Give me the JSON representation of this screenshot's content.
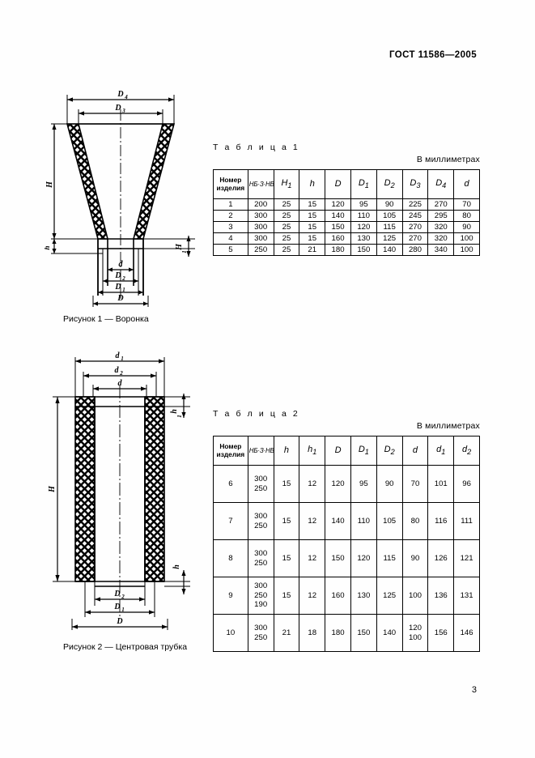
{
  "header": {
    "standard": "ГОСТ 11586—2005"
  },
  "page": {
    "number": "3"
  },
  "figures": [
    {
      "id": "figure-1",
      "caption": "Рисунок 1 — Воронка",
      "dimension_labels": [
        "D4",
        "D3",
        "H",
        "h",
        "H1",
        "d",
        "D2",
        "D1",
        "D"
      ]
    },
    {
      "id": "figure-2",
      "caption": "Рисунок 2 — Центровая трубка",
      "dimension_labels": [
        "d1",
        "d2",
        "d",
        "h1",
        "H",
        "h",
        "D2",
        "D1",
        "D"
      ]
    }
  ],
  "tables": [
    {
      "id": "table-1",
      "title": "Т а б л и ц а  1",
      "units": "В миллиметрах",
      "headers": [
        {
          "text": "Номер изделия",
          "kind": "plain"
        },
        {
          "text": "НБ·З·НВ",
          "kind": "material"
        },
        {
          "text": "H",
          "sub": "1",
          "kind": "symbol"
        },
        {
          "text": "h",
          "sub": "",
          "kind": "symbol"
        },
        {
          "text": "D",
          "sub": "",
          "kind": "symbol"
        },
        {
          "text": "D",
          "sub": "1",
          "kind": "symbol"
        },
        {
          "text": "D",
          "sub": "2",
          "kind": "symbol"
        },
        {
          "text": "D",
          "sub": "3",
          "kind": "symbol"
        },
        {
          "text": "D",
          "sub": "4",
          "kind": "symbol"
        },
        {
          "text": "d",
          "sub": "",
          "kind": "symbol"
        }
      ],
      "rows": [
        [
          "1",
          "200",
          "25",
          "15",
          "120",
          "95",
          "90",
          "225",
          "270",
          "70"
        ],
        [
          "2",
          "300",
          "25",
          "15",
          "140",
          "110",
          "105",
          "245",
          "295",
          "80"
        ],
        [
          "3",
          "300",
          "25",
          "15",
          "150",
          "120",
          "115",
          "270",
          "320",
          "90"
        ],
        [
          "4",
          "300",
          "25",
          "15",
          "160",
          "130",
          "125",
          "270",
          "320",
          "100"
        ],
        [
          "5",
          "250",
          "25",
          "21",
          "180",
          "150",
          "140",
          "280",
          "340",
          "100"
        ]
      ]
    },
    {
      "id": "table-2",
      "title": "Т а б л и ц а  2",
      "units": "В миллиметрах",
      "headers": [
        {
          "text": "Номер изделия",
          "kind": "plain"
        },
        {
          "text": "НБ·З·НВ",
          "kind": "material"
        },
        {
          "text": "h",
          "sub": "",
          "kind": "symbol"
        },
        {
          "text": "h",
          "sub": "1",
          "kind": "symbol"
        },
        {
          "text": "D",
          "sub": "",
          "kind": "symbol"
        },
        {
          "text": "D",
          "sub": "1",
          "kind": "symbol"
        },
        {
          "text": "D",
          "sub": "2",
          "kind": "symbol"
        },
        {
          "text": "d",
          "sub": "",
          "kind": "symbol"
        },
        {
          "text": "d",
          "sub": "1",
          "kind": "symbol"
        },
        {
          "text": "d",
          "sub": "2",
          "kind": "symbol"
        }
      ],
      "rows": [
        [
          "6",
          "300\n250",
          "15",
          "12",
          "120",
          "95",
          "90",
          "70",
          "101",
          "96"
        ],
        [
          "7",
          "300\n250",
          "15",
          "12",
          "140",
          "110",
          "105",
          "80",
          "116",
          "111"
        ],
        [
          "8",
          "300\n250",
          "15",
          "12",
          "150",
          "120",
          "115",
          "90",
          "126",
          "121"
        ],
        [
          "9",
          "300\n250\n190",
          "15",
          "12",
          "160",
          "130",
          "125",
          "100",
          "136",
          "131"
        ],
        [
          "10",
          "300\n250",
          "21",
          "18",
          "180",
          "150",
          "140",
          "120\n100",
          "156",
          "146"
        ]
      ]
    }
  ]
}
